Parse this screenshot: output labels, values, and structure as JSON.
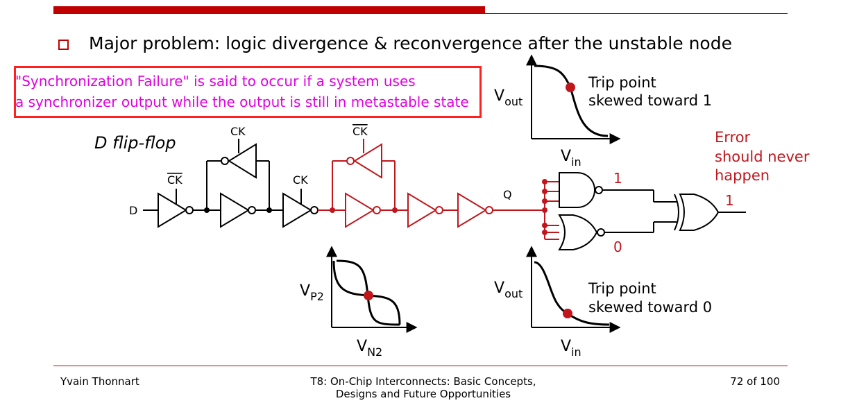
{
  "header": {
    "bullet_text": "Major problem: logic divergence & reconvergence after the unstable node"
  },
  "definition_box": {
    "line1": "\"Synchronization Failure\" is said to occur if a system uses",
    "line2": "a synchronizer output while the output is still in metastable state"
  },
  "circuit": {
    "title": "D flip-flop",
    "input_label": "D",
    "output_label": "Q",
    "clock_labels": {
      "ck_bar_1": "CK",
      "ck_feedback_1": "CK",
      "ck_2": "CK",
      "ck_bar_feedback_2": "CK"
    },
    "and_output": "1",
    "or_output": "0",
    "xor_output": "1",
    "error_note": [
      "Error",
      "should never",
      "happen"
    ]
  },
  "vtc_top": {
    "y_label": "V",
    "y_sub": "out",
    "x_label": "V",
    "x_sub": "in",
    "caption": [
      "Trip point",
      "skewed toward 1"
    ]
  },
  "vtc_bottom": {
    "y_label": "V",
    "y_sub": "out",
    "x_label": "V",
    "x_sub": "in",
    "caption": [
      "Trip point",
      "skewed toward 0"
    ]
  },
  "butterfly": {
    "y_label": "V",
    "y_sub": "P2",
    "x_label": "V",
    "x_sub": "N2"
  },
  "colors": {
    "accent_red": "#c00000",
    "circuit_red": "#c0161c",
    "magenta": "#e000e0",
    "box_border": "#ff2020"
  },
  "footer": {
    "author": "Yvain Thonnart",
    "title_line1": "T8: On-Chip Interconnects: Basic Concepts,",
    "title_line2": "Designs and Future Opportunities",
    "page": "72 of 100"
  }
}
